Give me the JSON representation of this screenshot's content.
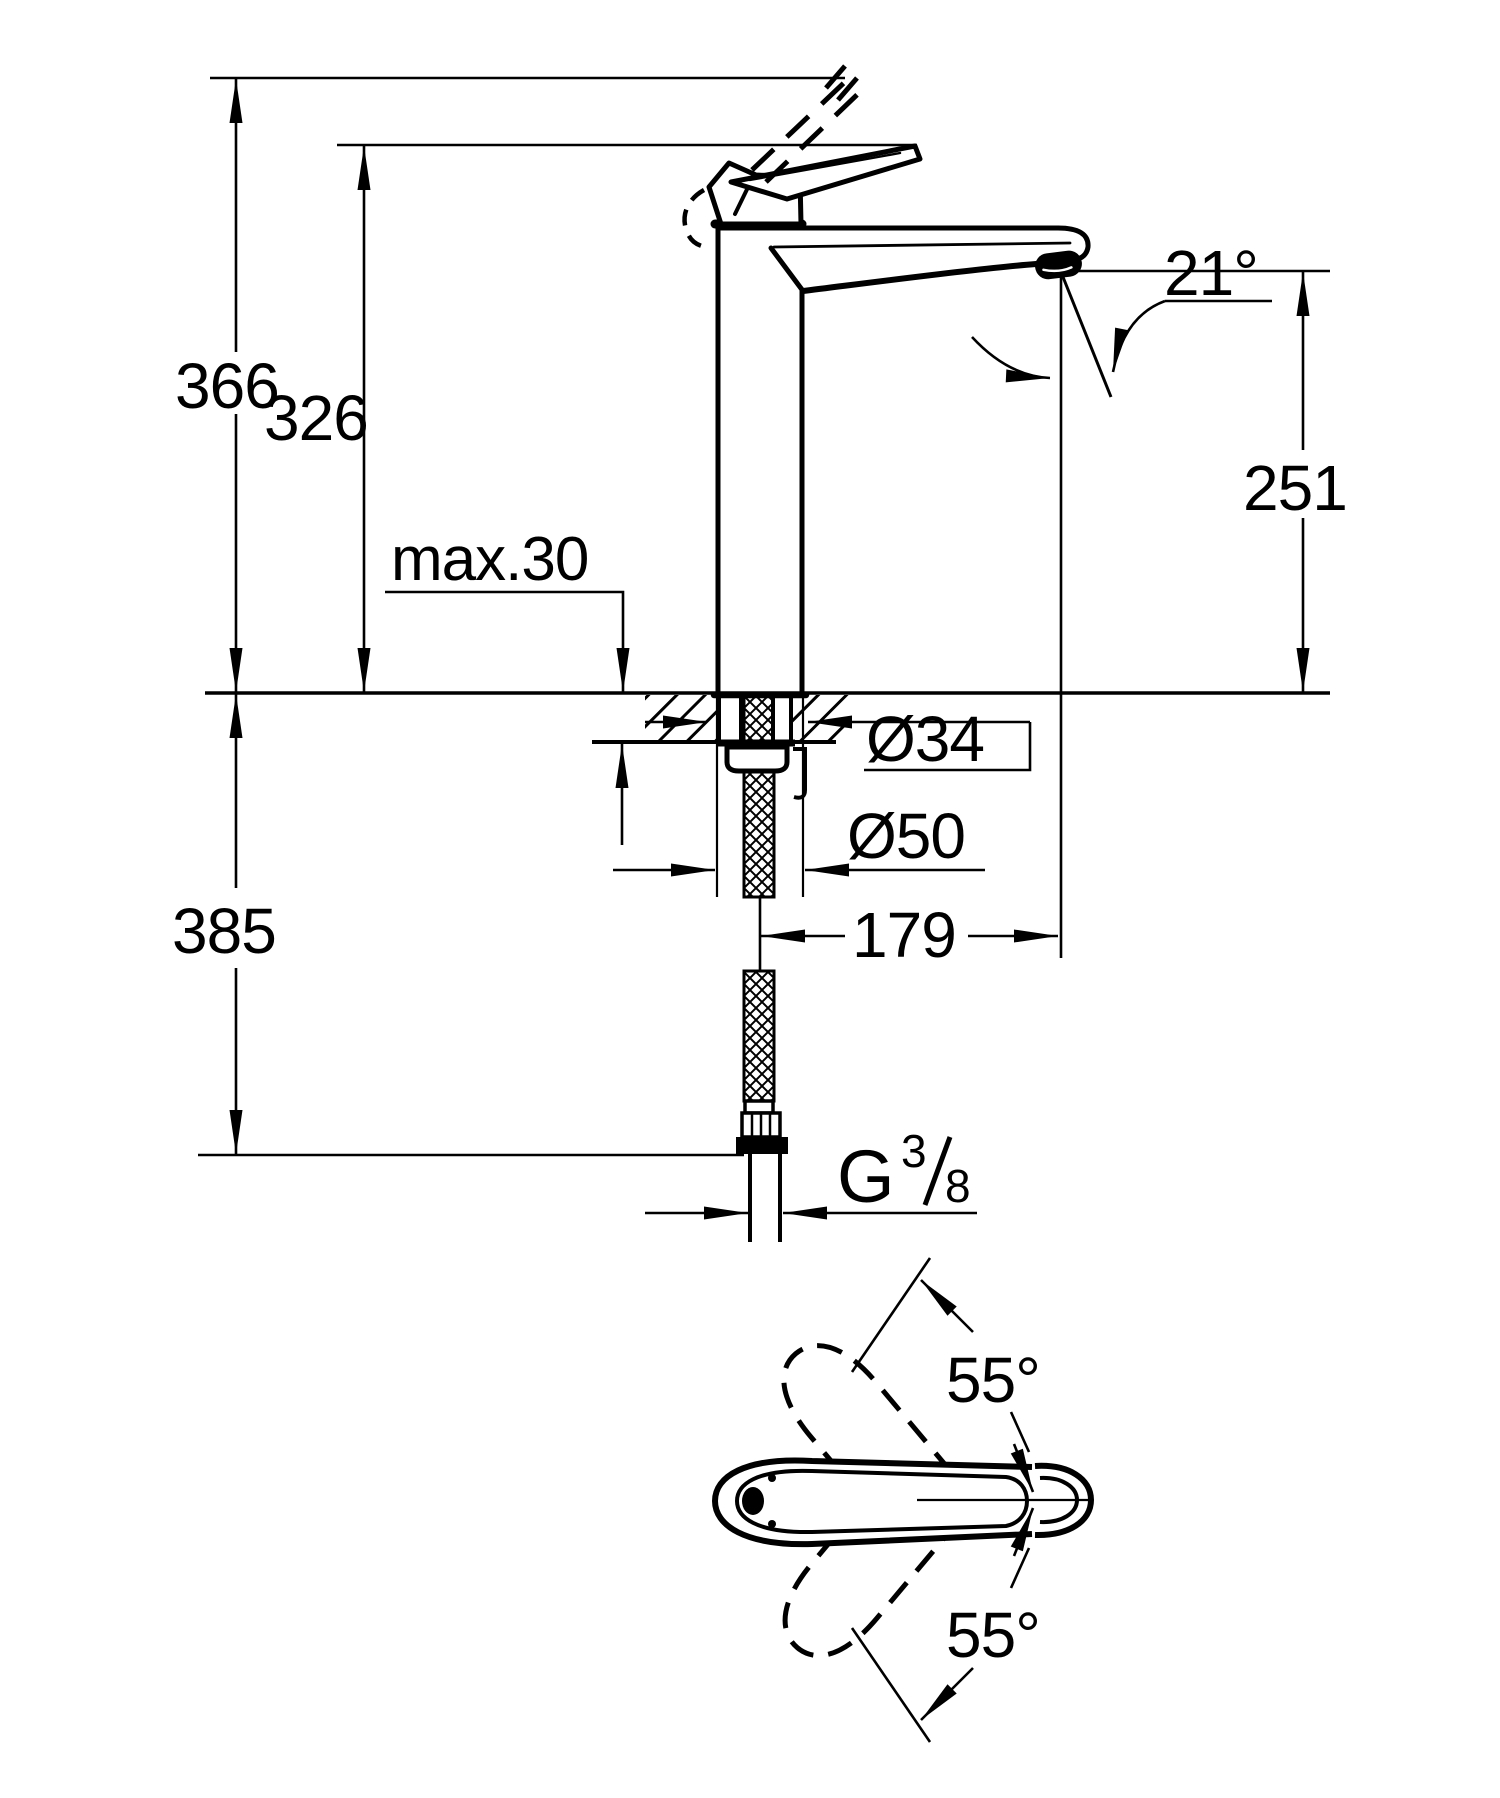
{
  "drawing": {
    "background": "#ffffff",
    "line_color": "#000000",
    "labels": {
      "overall_height": "366",
      "lever_height": "326",
      "max_mounting_thickness": "max.30",
      "spout_angle": "21°",
      "spout_outlet_height": "251",
      "mounting_hole_diameter": "Ø34",
      "base_diameter": "Ø50",
      "spout_reach": "179",
      "hose_length": "385",
      "thread_letter": "G",
      "thread_fraction_numerator": "3",
      "thread_fraction_denominator": "8",
      "handle_swivel_upper": "55°",
      "handle_swivel_lower": "55°"
    }
  }
}
